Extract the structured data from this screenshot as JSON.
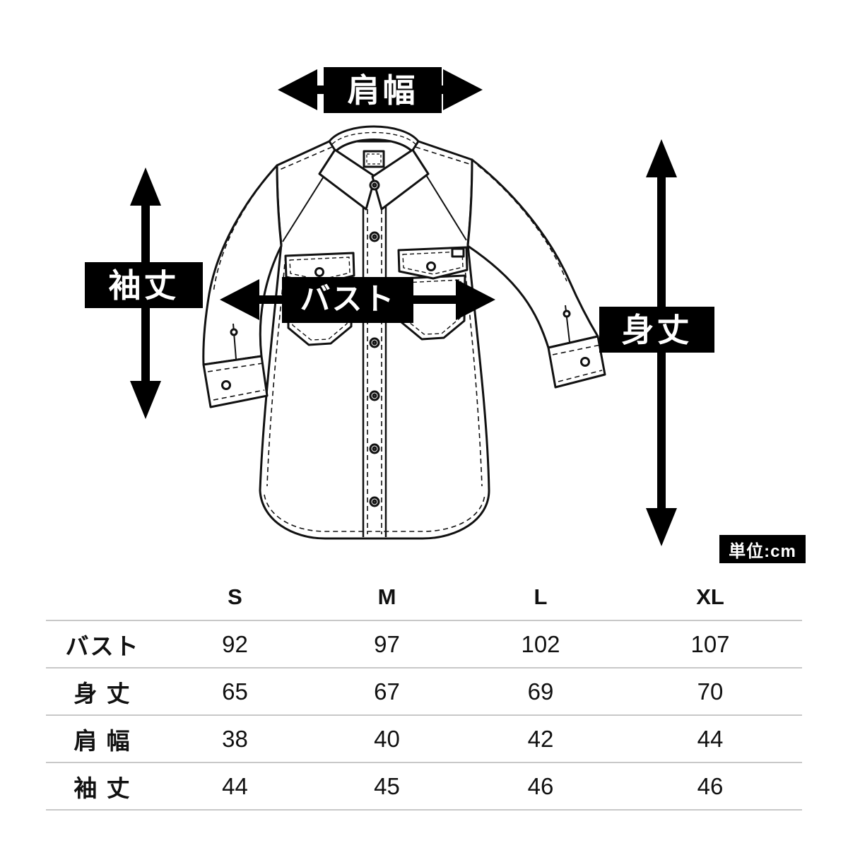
{
  "diagram": {
    "shoulder_width_label": "肩幅",
    "sleeve_length_label": "袖丈",
    "bust_label": "バスト",
    "body_length_label": "身丈",
    "unit_label": "単位:cm"
  },
  "size_table": {
    "columns": [
      "S",
      "M",
      "L",
      "XL"
    ],
    "rows": [
      {
        "label": "バスト",
        "values": [
          "92",
          "97",
          "102",
          "107"
        ]
      },
      {
        "label": "身 丈",
        "values": [
          "65",
          "67",
          "69",
          "70"
        ]
      },
      {
        "label": "肩 幅",
        "values": [
          "38",
          "40",
          "42",
          "44"
        ]
      },
      {
        "label": "袖 丈",
        "values": [
          "44",
          "45",
          "46",
          "46"
        ]
      }
    ]
  },
  "colors": {
    "label_background": "#000000",
    "label_text": "#ffffff",
    "outline": "#111111",
    "row_separator": "#c8c8c8"
  }
}
